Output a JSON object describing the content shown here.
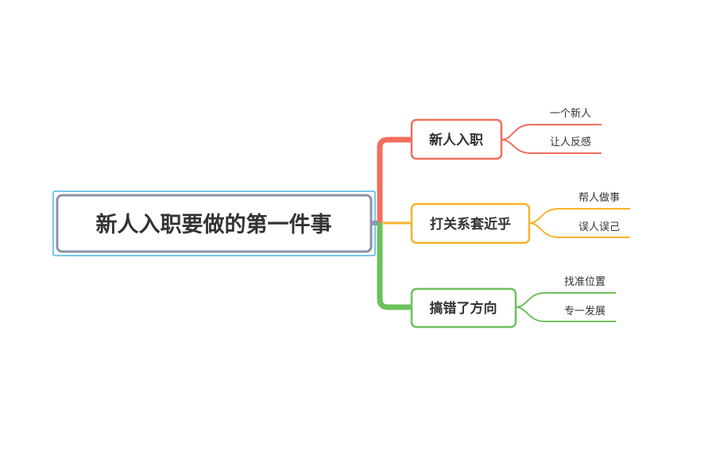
{
  "root": {
    "label": "新人入职要做的第一件事",
    "border_color": "#8a94a6",
    "selection_color": "#4db6e6"
  },
  "branches": [
    {
      "label": "新人入职",
      "color": "#f06e5e",
      "leaves": [
        "一个新人",
        "让人反感"
      ]
    },
    {
      "label": "打关系套近乎",
      "color": "#f5b32b",
      "leaves": [
        "帮人做事",
        "误人误己"
      ]
    },
    {
      "label": "搞错了方向",
      "color": "#6cc05a",
      "leaves": [
        "找准位置",
        "专一发展"
      ]
    }
  ]
}
